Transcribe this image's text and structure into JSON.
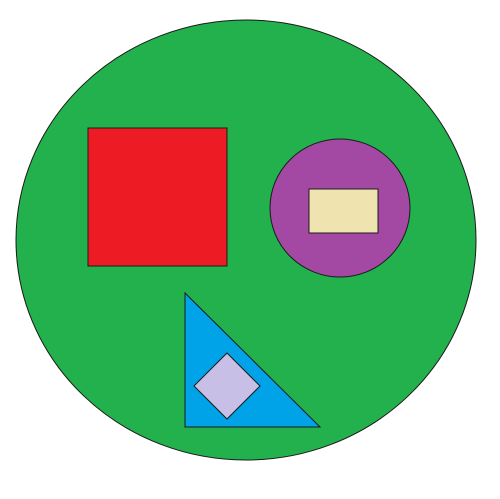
{
  "shapes": {
    "outer_circle": {
      "name": "green-circle",
      "fill": "#22b14c"
    },
    "square": {
      "name": "red-square",
      "fill": "#ed1c24"
    },
    "right_circle": {
      "name": "purple-circle",
      "fill": "#a349a4"
    },
    "inner_rectangle": {
      "name": "cream-rectangle",
      "fill": "#efe4b0"
    },
    "triangle": {
      "name": "blue-triangle",
      "fill": "#00a2e8"
    },
    "diamond": {
      "name": "lavender-diamond",
      "fill": "#c8bfe7"
    }
  },
  "stroke": "#1a1a1a"
}
